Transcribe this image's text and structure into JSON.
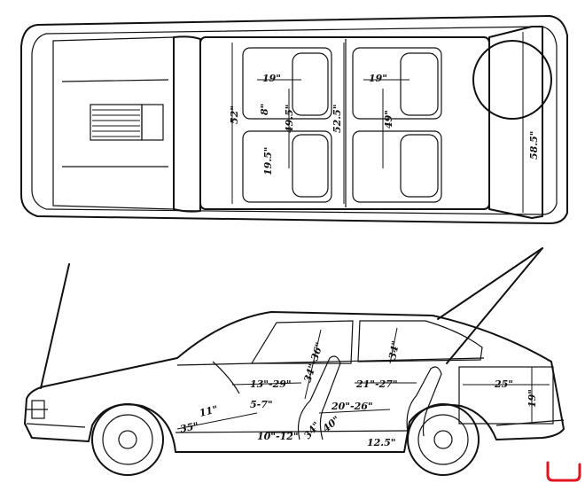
{
  "plan_view": {
    "labels": {
      "rear_seat_width": "19\"",
      "front_seat_width": "19\"",
      "rear_cabin_width": "52\"",
      "seat_gap_a": "8\"",
      "seat_gap_b": "49.5\"",
      "cabin_width": "52.5\"",
      "front_cabin_width": "49\"",
      "rear_seat_depth": "19.5\"",
      "rear_overall_width": "58.5\""
    }
  },
  "side_view": {
    "labels": {
      "rear_legroom": "13\"-29\"",
      "rear_headroom": "34\"-36\"",
      "front_legroom": "21\"-27\"",
      "front_headroom": "34\"",
      "cargo_length": "25\"",
      "cargo_height": "19\"",
      "rear_seat_height": "5-7\"",
      "cushion_height": "11\"",
      "rear_foot_well": "35\"",
      "rear_cushion_length": "10\"-12\"",
      "seat_travel": "20\"-26\"",
      "front_seat_back": "34\"",
      "front_seat_reclining": "40\"",
      "front_cushion_height": "12.5\""
    }
  },
  "colors": {
    "ink": "#111111",
    "corner_mark": "#e0141e"
  }
}
